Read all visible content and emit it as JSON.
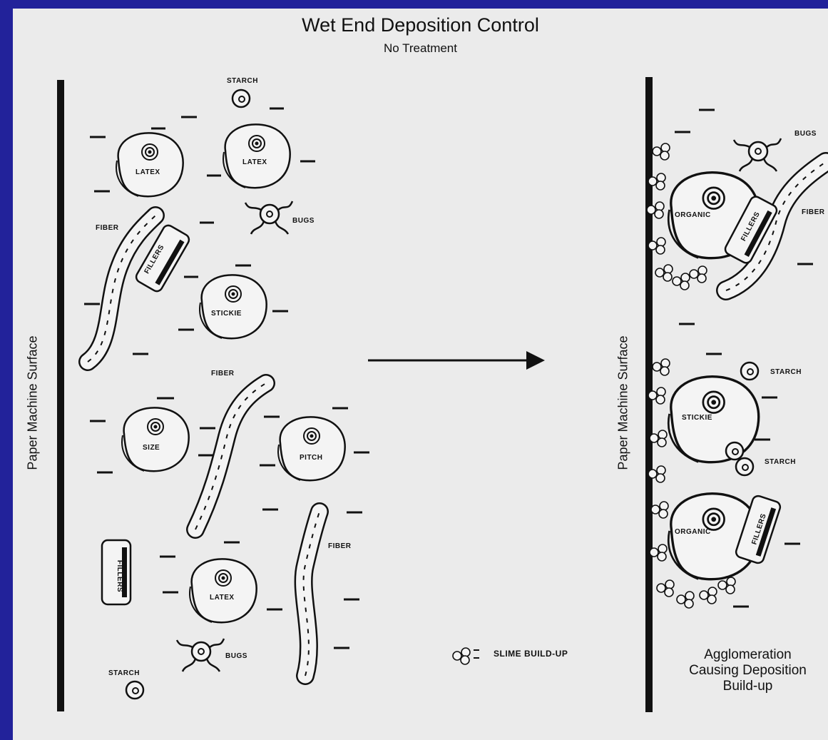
{
  "title": "Wet End Deposition Control",
  "subtitle": "No Treatment",
  "surface_label": "Paper Machine Surface",
  "labels": {
    "starch": "STARCH",
    "latex": "LATEX",
    "bugs": "BUGS",
    "fiber": "FIBER",
    "fillers": "FILLERS",
    "stickie": "STICKIE",
    "size": "SIZE",
    "pitch": "PITCH",
    "organic": "ORGANIC",
    "slime": "SLIME BUILD-UP"
  },
  "caption": [
    "Agglomeration",
    "Causing Deposition",
    "Build-up"
  ],
  "colors": {
    "background": "#22229a",
    "slide": "#ebebeb",
    "ink": "#111111"
  }
}
